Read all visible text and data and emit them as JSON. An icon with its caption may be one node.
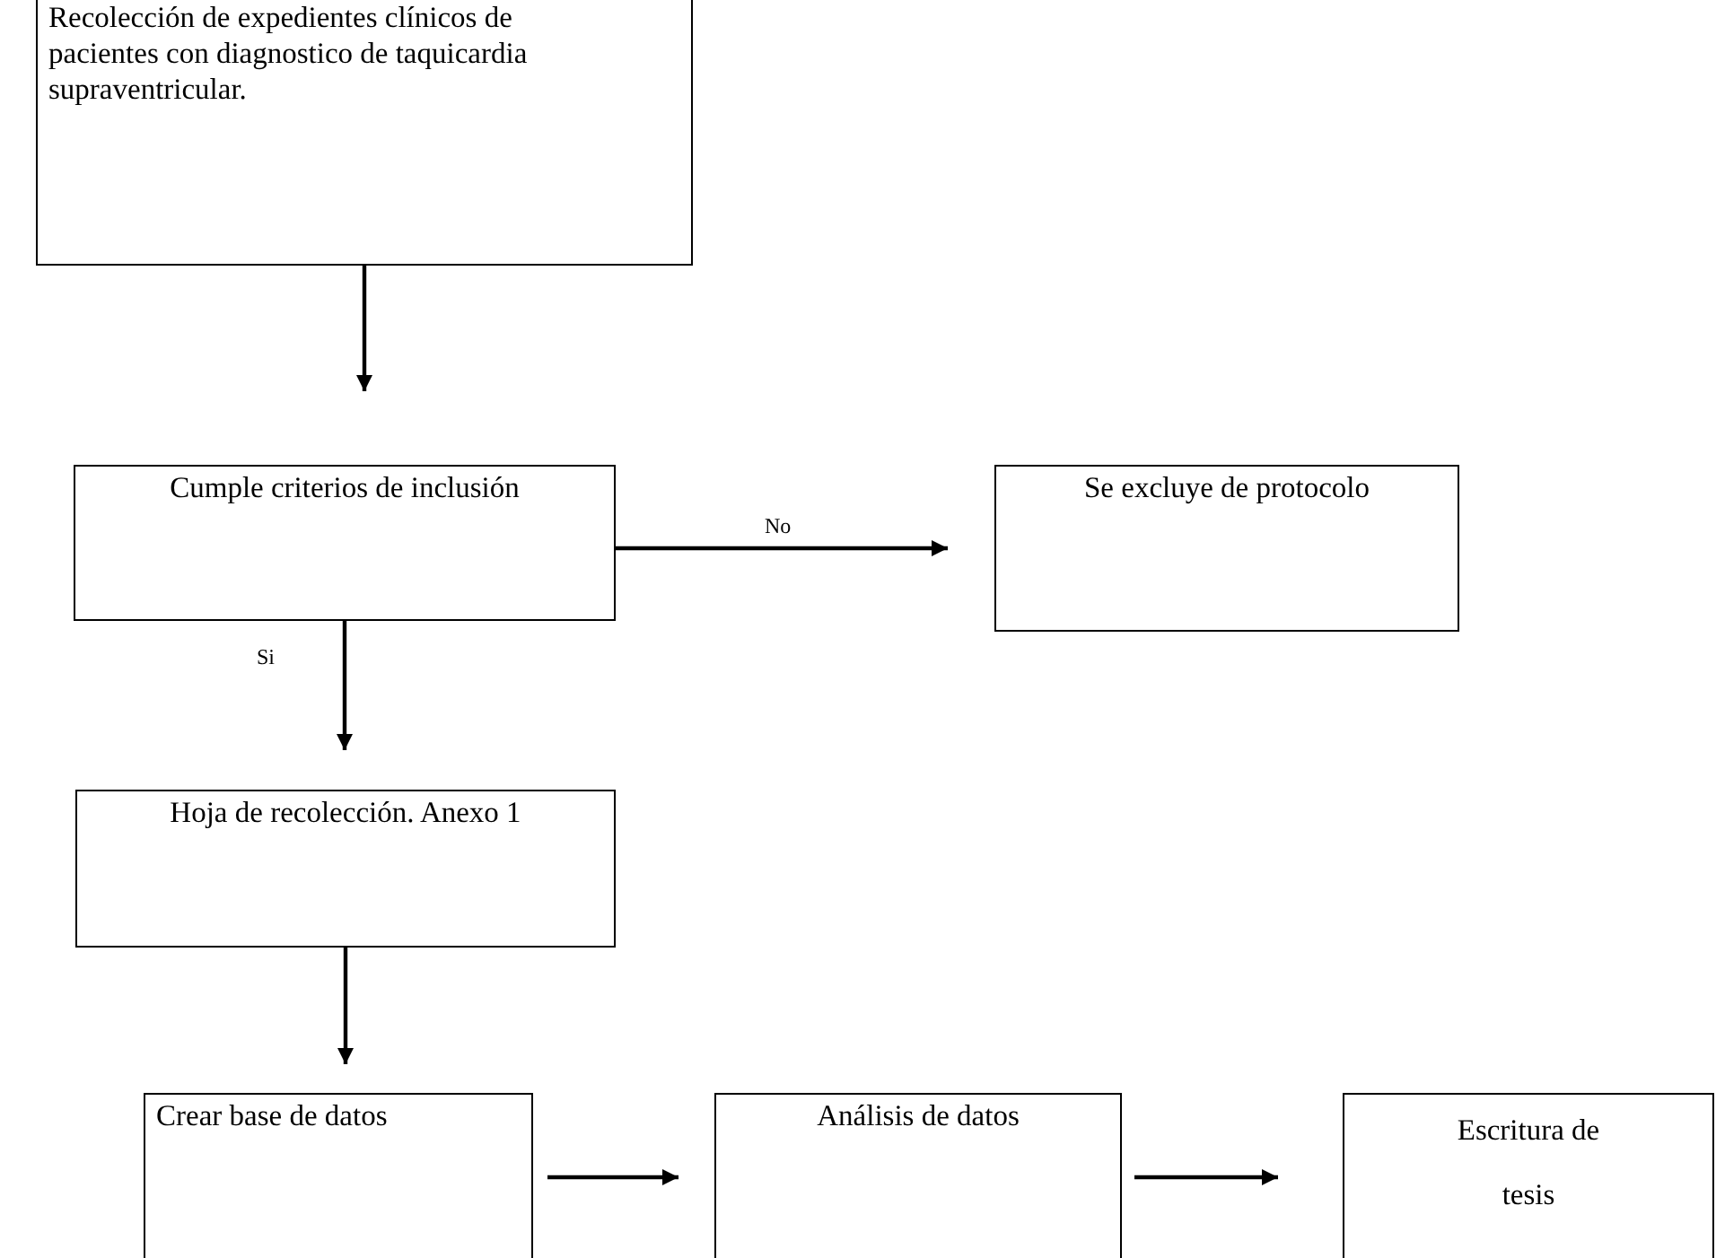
{
  "diagram": {
    "nodes": [
      {
        "text": [
          "Recolección de expedientes clínicos de pacientes  con diagnostico de taquicardia supraventricular."
        ]
      },
      {
        "text": [
          "Cumple criterios de inclusión"
        ]
      },
      {
        "text": [
          "Se excluye de protocolo"
        ]
      },
      {
        "text": [
          "Hoja de recolección. Anexo 1"
        ]
      },
      {
        "text": [
          "Crear base de datos"
        ]
      },
      {
        "text": [
          "Análisis de datos"
        ]
      },
      {
        "text": [
          "Escritura de tesis"
        ]
      }
    ],
    "edges": [
      {
        "from": 0,
        "to": 1,
        "arrow": "to"
      },
      {
        "from": 1,
        "to": 2,
        "arrow": "to",
        "label": "No"
      },
      {
        "from": 1,
        "to": 3,
        "arrow": "to",
        "label": "Si"
      },
      {
        "from": 3,
        "to": 4,
        "arrow": "to"
      },
      {
        "from": 4,
        "to": 5,
        "arrow": "to"
      },
      {
        "from": 5,
        "to": 6,
        "arrow": "to"
      }
    ]
  }
}
